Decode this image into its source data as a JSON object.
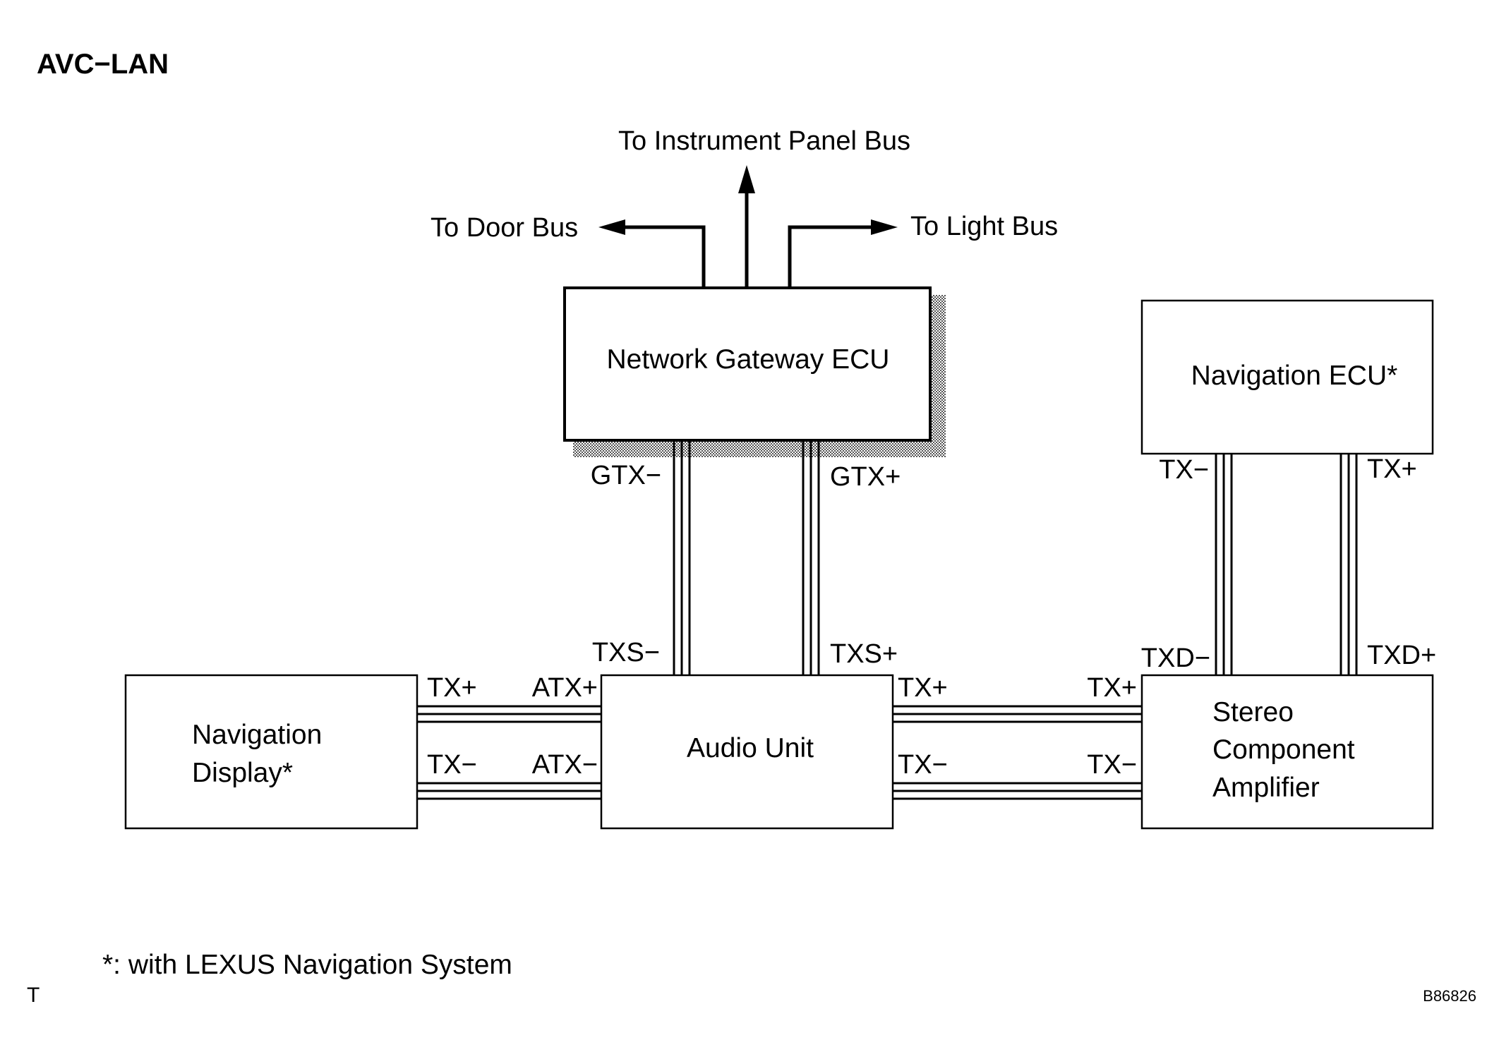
{
  "title": "AVC−LAN",
  "arrows": {
    "instrument_panel": "To Instrument Panel Bus",
    "door": "To Door Bus",
    "light": "To Light Bus"
  },
  "components": {
    "gateway": "Network Gateway ECU",
    "nav_ecu": "Navigation ECU*",
    "nav_display_line1": "Navigation",
    "nav_display_line2": "Display*",
    "audio": "Audio Unit",
    "amp_line1": "Stereo",
    "amp_line2": "Component",
    "amp_line3": "Amplifier"
  },
  "pins": {
    "gtx_minus": "GTX−",
    "gtx_plus": "GTX+",
    "txs_minus": "TXS−",
    "txs_plus": "TXS+",
    "nav_ecu_tx_minus": "TX−",
    "nav_ecu_tx_plus": "TX+",
    "txd_minus": "TXD−",
    "txd_plus": "TXD+",
    "display_tx_plus": "TX+",
    "display_tx_minus": "TX−",
    "atx_plus": "ATX+",
    "atx_minus": "ATX−",
    "audio_tx_plus": "TX+",
    "audio_tx_minus": "TX−",
    "amp_tx_plus": "TX+",
    "amp_tx_minus": "TX−"
  },
  "footnote": "*: with LEXUS Navigation System",
  "corner_mark": "T",
  "figure_code": "B86826"
}
